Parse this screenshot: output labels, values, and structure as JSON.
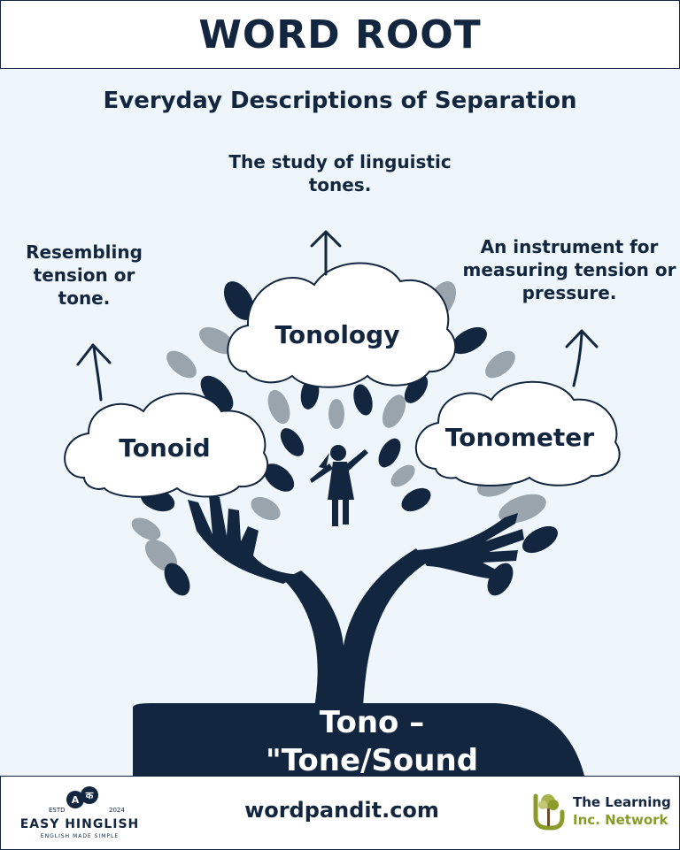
{
  "header": {
    "title": "WORD ROOT"
  },
  "subtitle": "Everyday Descriptions of Separation",
  "root": {
    "line1": "Tono –",
    "line2": "\"Tone/Sound"
  },
  "words": [
    {
      "word": "Tonology",
      "definition": "The study of linguistic tones."
    },
    {
      "word": "Tonoid",
      "definition": "Resembling tension or tone."
    },
    {
      "word": "Tonometer",
      "definition": "An instrument for measuring tension or pressure."
    }
  ],
  "footer": {
    "website": "wordpandit.com",
    "left_brand": {
      "name": "EASY HINGLISH",
      "tagline": "ENGLISH MADE SIMPLE",
      "estd": "ESTD",
      "year": "2024",
      "glyph_a": "A",
      "glyph_b": "क"
    },
    "right_brand": {
      "line1": "The Learning",
      "line2": "Inc. Network"
    }
  },
  "colors": {
    "navy": "#13263f",
    "background": "#eef6fb",
    "leaf_gray": "#9aa4ad",
    "accent_green": "#8a9b2c"
  }
}
